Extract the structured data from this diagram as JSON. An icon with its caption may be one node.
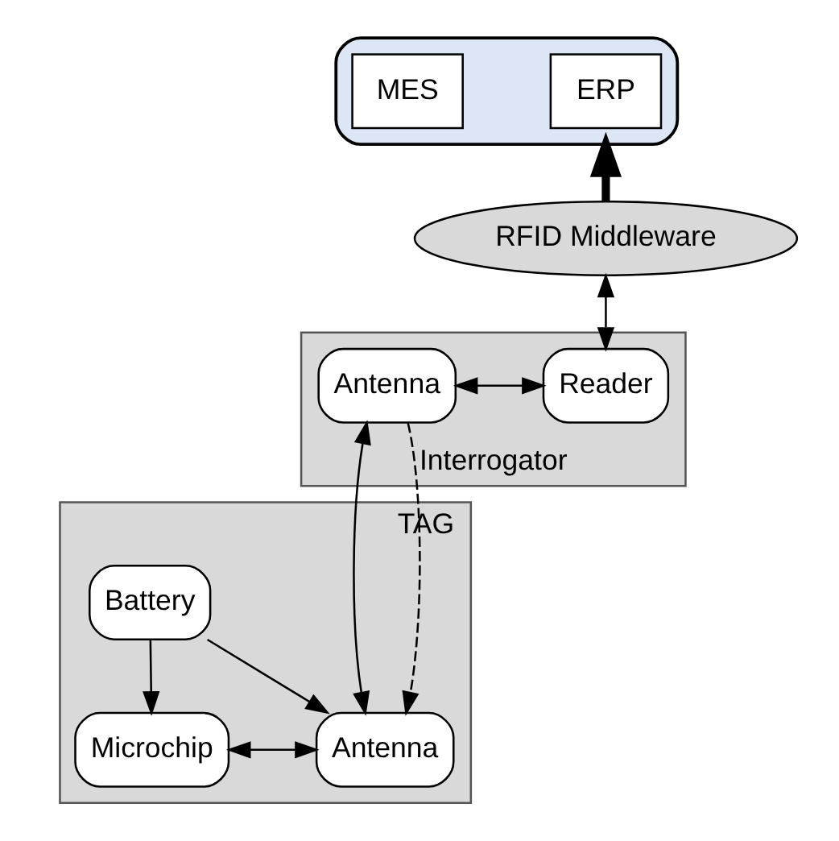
{
  "diagram": {
    "nodes": [
      {
        "text": [],
        "shape": "ellipse"
      },
      {
        "text": [
          "ERP"
        ],
        "in": 0
      },
      {
        "text": [
          "MES"
        ],
        "in": 0
      },
      {
        "text": [
          "RFID Middleware"
        ]
      },
      {
        "text": [
          "Interrogator"
        ]
      },
      {
        "text": [
          "Antenna"
        ],
        "in": 4
      },
      {
        "text": [
          "Reader"
        ],
        "in": 4
      },
      {
        "text": [
          "TAG"
        ]
      },
      {
        "text": [
          "Battery"
        ],
        "in": 7
      },
      {
        "text": [
          "Antenna"
        ],
        "in": 7
      },
      {
        "text": [
          "Microchip"
        ],
        "in": 7
      }
    ],
    "edges": [
      {
        "from": 3,
        "to": 0,
        "arrow": "to",
        "style": "thick"
      },
      {
        "from": 3,
        "to": 6,
        "arrow": "both"
      },
      {
        "from": 5,
        "to": 6,
        "arrow": "both"
      },
      {
        "from": 5,
        "to": 9,
        "arrow": "both"
      },
      {
        "from": 5,
        "to": 9,
        "arrow": "to",
        "style": "dashed"
      },
      {
        "from": 9,
        "to": 10,
        "arrow": "both"
      },
      {
        "from": 8,
        "to": 9,
        "arrow": "to"
      },
      {
        "from": 8,
        "to": 10,
        "arrow": "to"
      }
    ]
  }
}
